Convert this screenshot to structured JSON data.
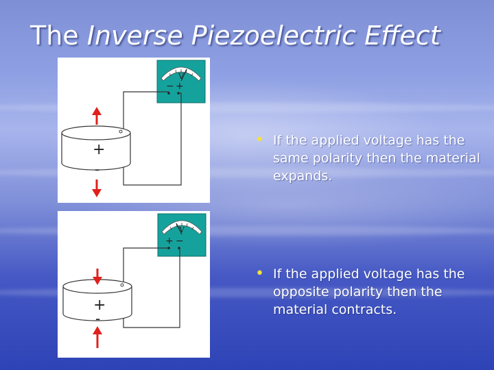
{
  "slide": {
    "title_plain": "The ",
    "title_italic": "Inverse Piezoelectric Effect"
  },
  "diagrams": [
    {
      "meter_symbol": "V",
      "meter_left_terminal": "−",
      "meter_right_terminal": "+",
      "top_sign": "+",
      "bottom_sign": "-",
      "arrow_direction": "outward"
    },
    {
      "meter_symbol": "V",
      "meter_left_terminal": "+",
      "meter_right_terminal": "−",
      "top_sign": "+",
      "bottom_sign": "-",
      "arrow_direction": "inward"
    }
  ],
  "bullets": [
    {
      "text": "If the applied voltage has the same polarity then the material expands."
    },
    {
      "text": "If the applied voltage has the opposite polarity then the material contracts."
    }
  ],
  "colors": {
    "meter_face": "#16a29c",
    "arrow": "#e0201b",
    "bullet_dot": "#f3e23c",
    "text": "#ffffff"
  }
}
